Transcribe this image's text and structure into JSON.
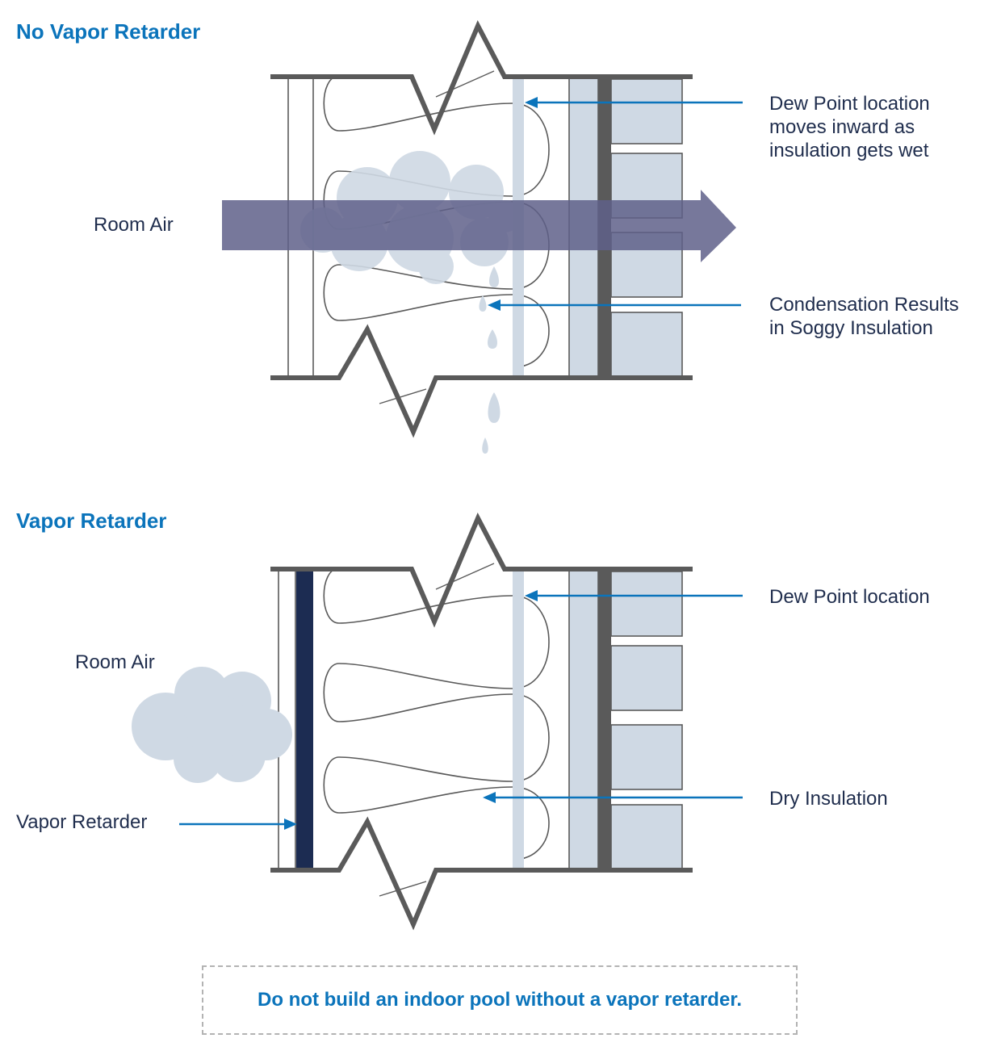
{
  "colors": {
    "accent": "#0b74bb",
    "wall_line": "#5a5a5a",
    "sheathing": "#cfd9e4",
    "cloud": "#cfd9e4",
    "arrow": "#5f6089",
    "retarder": "#1c2c52",
    "callout": "#0b74bb"
  },
  "panel_top": {
    "title": "No Vapor Retarder",
    "room_air": "Room Air",
    "dew_point_lines": [
      "Dew Point location",
      "moves inward as",
      "insulation gets wet"
    ],
    "condensation_lines": [
      "Condensation Results",
      "in Soggy Insulation"
    ]
  },
  "panel_bottom": {
    "title": "Vapor Retarder",
    "room_air": "Room Air",
    "vapor_retarder": "Vapor Retarder",
    "dew_point": "Dew Point location",
    "dry_insulation": "Dry Insulation"
  },
  "note": "Do not build an indoor pool without a vapor retarder.",
  "icons": [
    "insulation-batt-icon",
    "vapor-cloud-icon",
    "water-drop-icon",
    "air-flow-arrow-icon",
    "brick-wall-icon"
  ]
}
